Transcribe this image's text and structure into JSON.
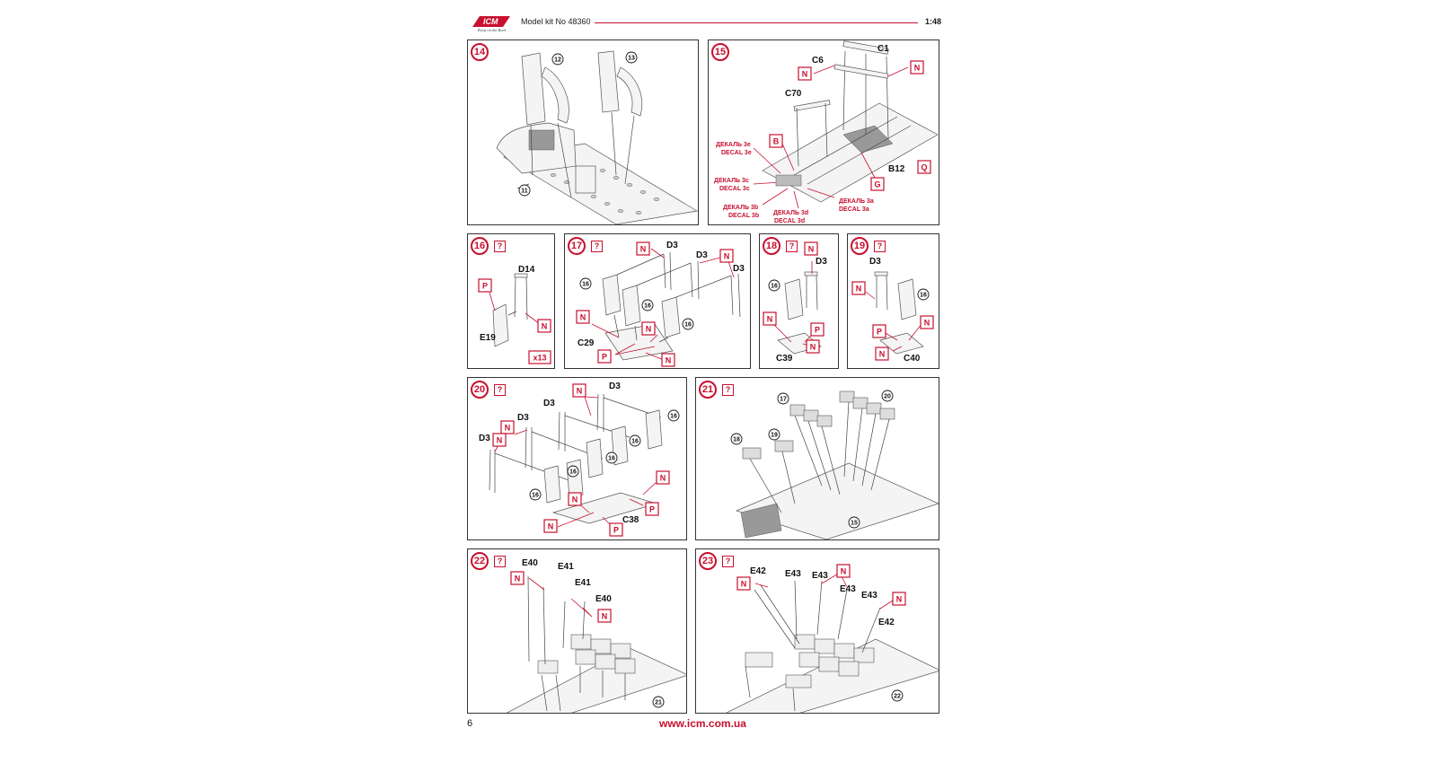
{
  "header": {
    "brand": "ICM",
    "slogan": "Keep on the Real",
    "title": "Model kit No 48360",
    "scale": "1:48"
  },
  "steps": {
    "s14": {
      "number": "14",
      "refs": [
        "12",
        "13",
        "11"
      ]
    },
    "s15": {
      "number": "15",
      "labels": [
        "C1",
        "C6",
        "C70",
        "B12"
      ],
      "boxes": [
        "N",
        "N",
        "B",
        "G",
        "Q"
      ],
      "decals": [
        "ДЕКАЛЬ 3e",
        "DECAL 3e",
        "ДЕКАЛЬ 3c",
        "DECAL 3c",
        "ДЕКАЛЬ 3b",
        "DECAL 3b",
        "ДЕКАЛЬ 3d",
        "DECAL 3d",
        "ДЕКАЛЬ 3a",
        "DECAL 3a"
      ]
    },
    "s16": {
      "number": "16",
      "q": "?",
      "labels": [
        "D14",
        "E19"
      ],
      "boxes": [
        "P",
        "N"
      ],
      "count": "x13"
    },
    "s17": {
      "number": "17",
      "q": "?",
      "labels": [
        "D3",
        "D3",
        "D3",
        "C29"
      ],
      "boxes": [
        "N",
        "N",
        "N",
        "N",
        "P",
        "N"
      ],
      "refs": [
        "16",
        "16",
        "16"
      ]
    },
    "s18": {
      "number": "18",
      "q": "?",
      "labels": [
        "D3",
        "C39"
      ],
      "boxes": [
        "N",
        "N",
        "P",
        "N"
      ],
      "refs": [
        "16"
      ]
    },
    "s19": {
      "number": "19",
      "q": "?",
      "labels": [
        "D3",
        "C40"
      ],
      "boxes": [
        "N",
        "N",
        "P",
        "N"
      ],
      "refs": [
        "16"
      ]
    },
    "s20": {
      "number": "20",
      "q": "?",
      "labels": [
        "D3",
        "D3",
        "D3",
        "D3",
        "C38"
      ],
      "boxes": [
        "N",
        "N",
        "N",
        "N",
        "N",
        "P",
        "N",
        "P"
      ],
      "refs": [
        "16",
        "16",
        "16",
        "16",
        "16"
      ]
    },
    "s21": {
      "number": "21",
      "q": "?",
      "refs": [
        "17",
        "20",
        "18",
        "19",
        "15"
      ]
    },
    "s22": {
      "number": "22",
      "q": "?",
      "labels": [
        "E40",
        "E41",
        "E41",
        "E40"
      ],
      "boxes": [
        "N",
        "N"
      ],
      "refs": [
        "21"
      ]
    },
    "s23": {
      "number": "23",
      "q": "?",
      "labels": [
        "E42",
        "E43",
        "E43",
        "E43",
        "E43",
        "E42"
      ],
      "boxes": [
        "N",
        "N",
        "N"
      ],
      "refs": [
        "22"
      ]
    }
  },
  "footer": {
    "page": "6",
    "url": "www.icm.com.ua"
  },
  "colors": {
    "accent": "#c8102e",
    "line": "#333333"
  }
}
